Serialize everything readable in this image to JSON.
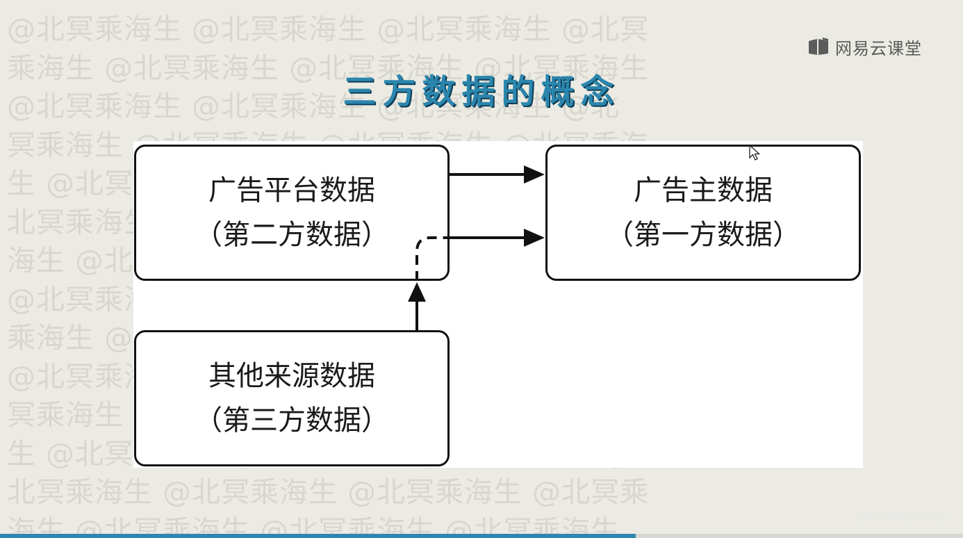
{
  "slide": {
    "title": "三方数据的概念",
    "logo_text": "网易云课堂",
    "watermark_text": "@北冥乘海生",
    "credit": "@稀土掘金技术社区",
    "progress": 0.66
  },
  "diagram": {
    "nodes": [
      {
        "id": "platform",
        "line1": "广告平台数据",
        "line2": "（第二方数据）"
      },
      {
        "id": "advertiser",
        "line1": "广告主数据",
        "line2": "（第一方数据）"
      },
      {
        "id": "other",
        "line1": "其他来源数据",
        "line2": "（第三方数据）"
      }
    ],
    "edges": [
      {
        "from": "platform",
        "to": "advertiser",
        "style": "solid"
      },
      {
        "from": "other",
        "to": "advertiser",
        "style": "dashed-through-platform"
      }
    ]
  },
  "colors": {
    "title": "#2b86ad",
    "title_shadow": "#0d3d57",
    "background": "#ecebe3",
    "progress": "#2f86b0"
  },
  "icons": {
    "logo": "book-icon",
    "cursor": "mouse-pointer-icon"
  }
}
